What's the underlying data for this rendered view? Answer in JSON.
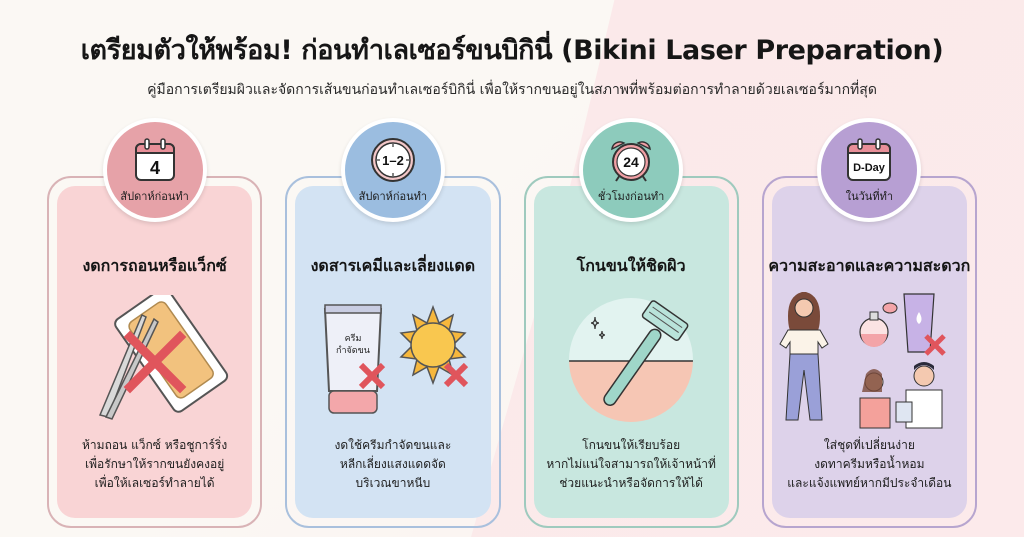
{
  "header": {
    "title": "เตรียมตัวให้พร้อม! ก่อนทำเลเซอร์ขนบิกินี่ (Bikini Laser Preparation)",
    "subtitle": "คู่มือการเตรียมผิวและจัดการเส้นขนก่อนทำเลเซอร์บิกินี่ เพื่อให้รากขนอยู่ในสภาพที่พร้อมต่อการทำลายด้วยเลเซอร์มากที่สุด"
  },
  "colors": {
    "pink": "#f9d4d5",
    "blue": "#d3e3f3",
    "mint": "#c8e7df",
    "lavender": "#ddd2ea",
    "cross_red": "#e0555c"
  },
  "cards": [
    {
      "badge_value": "4",
      "badge_icon": "calendar-icon",
      "badge_label": "สัปดาห์ก่อนทำ",
      "heading": "งดการถอนหรือแว็กซ์",
      "illustration": "tweezers-wax-strip-crossed",
      "desc": [
        "ห้ามถอน แว็กซ์ หรือชูการ์ริ่ง",
        "เพื่อรักษาให้รากขนยังคงอยู่",
        "เพื่อให้เลเซอร์ทำลายได้"
      ]
    },
    {
      "badge_value": "1–2",
      "badge_icon": "clock-icon",
      "badge_label": "สัปดาห์ก่อนทำ",
      "heading": "งดสารเคมีและเลี่ยงแดด",
      "illustration": "hair-removal-cream-and-sun-crossed",
      "tube_label_1": "ครีม",
      "tube_label_2": "กำจัดขน",
      "desc": [
        "งดใช้ครีมกำจัดขนและ",
        "หลีกเลี่ยงแสงแดดจัด",
        "บริเวณขาหนีบ"
      ]
    },
    {
      "badge_value": "24",
      "badge_icon": "alarm-clock-icon",
      "badge_label": "ชั่วโมงก่อนทำ",
      "heading": "โกนขนให้ชิดผิว",
      "illustration": "razor-on-skin",
      "desc": [
        "โกนขนให้เรียบร้อย",
        "หากไม่แน่ใจสามารถให้เจ้าหน้าที่",
        "ช่วยแนะนำหรือจัดการให้ได้"
      ]
    },
    {
      "badge_value": "D-Day",
      "badge_icon": "calendar-icon",
      "badge_label": "ในวันที่ทำ",
      "heading": "ความสะอาดและความสะดวก",
      "illustration": "loose-clothes-perfume-lotion-doctor",
      "desc": [
        "ใส่ชุดที่เปลี่ยนง่าย",
        "งดทาครีมหรือน้ำหอม",
        "และแจ้งแพทย์หากมีประจำเดือน"
      ]
    }
  ]
}
